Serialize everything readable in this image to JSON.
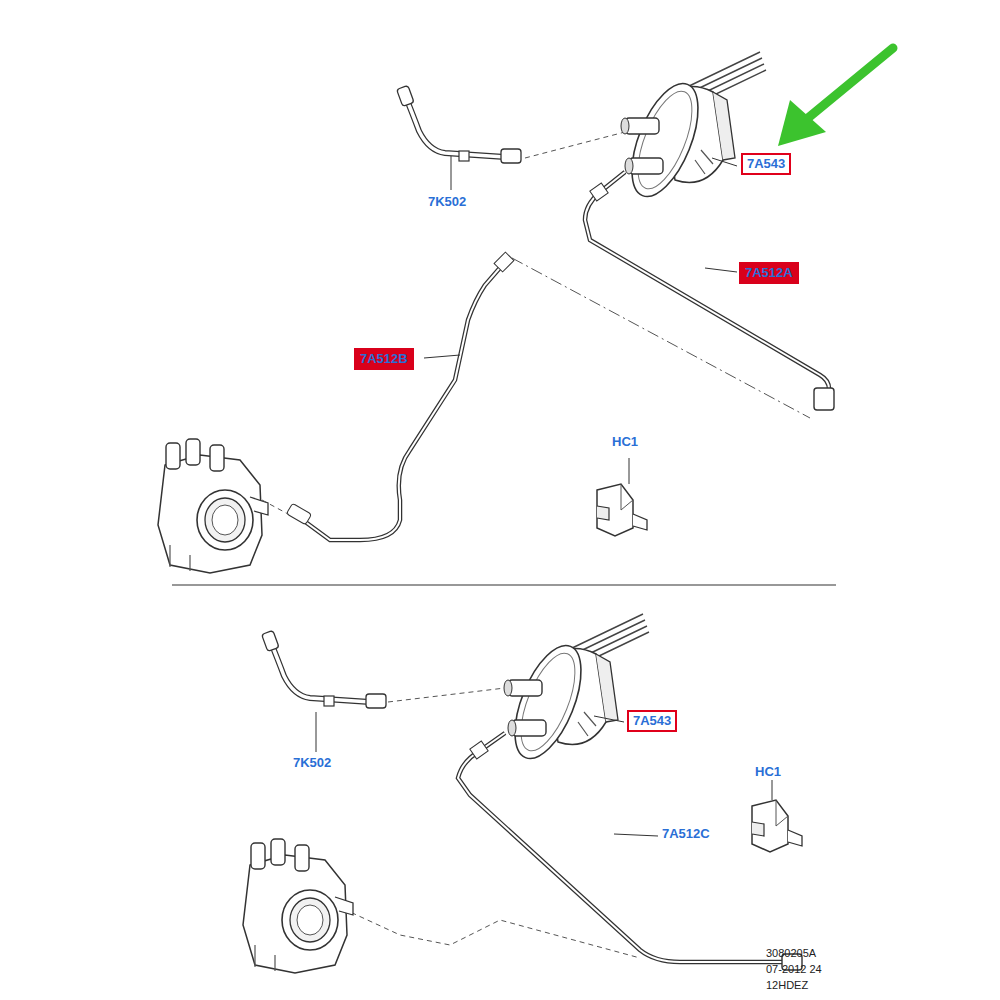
{
  "diagram": {
    "nodes": [
      {
        "text": [
          "7A543"
        ]
      },
      {
        "text": [
          "7A512A"
        ]
      },
      {
        "text": [
          "7A512B"
        ]
      },
      {
        "text": [
          "7A543"
        ]
      }
    ],
    "edges": [],
    "labels": [
      "7K502",
      "HC1",
      "7K502",
      "7A512C",
      "HC1",
      "3080205A",
      "07-2012 24",
      "12HDEZ"
    ]
  }
}
